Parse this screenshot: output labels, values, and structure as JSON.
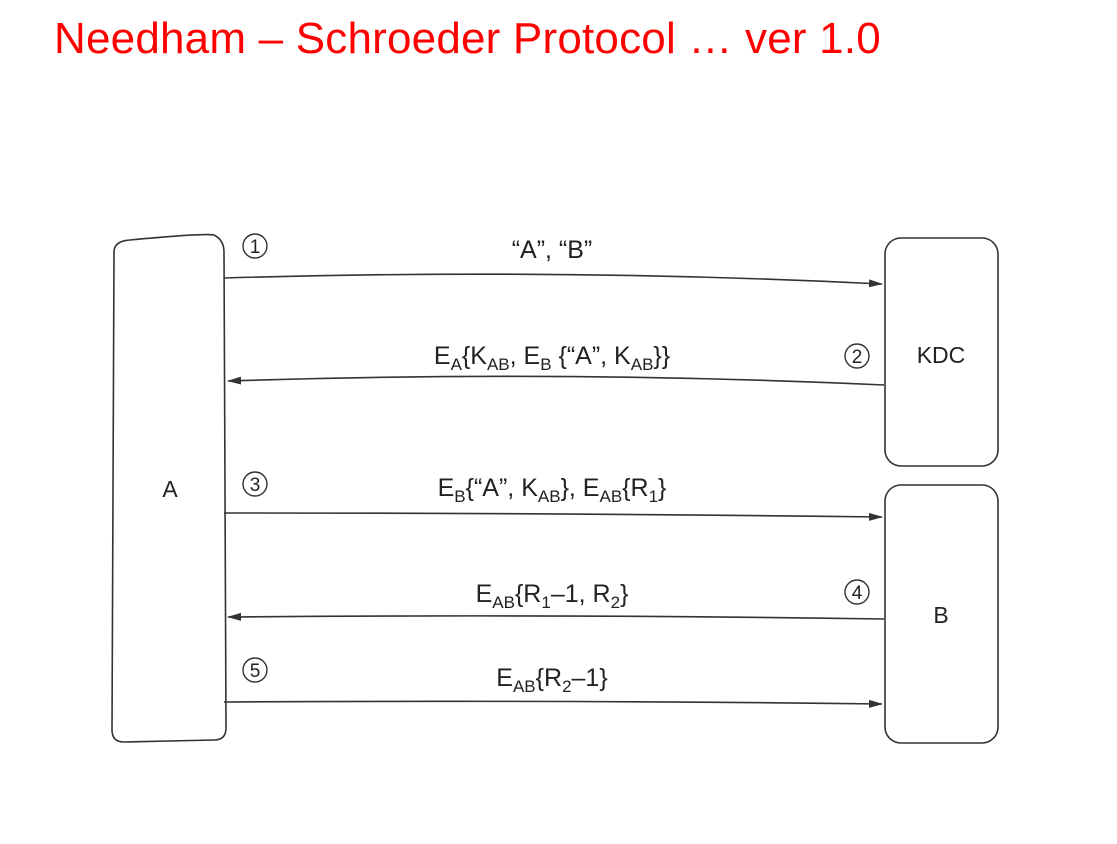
{
  "title": "Needham – Schroeder Protocol … ver 1.0",
  "entities": {
    "a": "A",
    "kdc": "KDC",
    "b": "B"
  },
  "steps": [
    {
      "number": "1",
      "direction": "A to KDC",
      "parts": [
        {
          "t": "“A”, “B”"
        }
      ]
    },
    {
      "number": "2",
      "direction": "KDC to A",
      "parts": [
        {
          "t": "E"
        },
        {
          "t": "A",
          "sub": true
        },
        {
          "t": "{K"
        },
        {
          "t": "AB",
          "sub": true
        },
        {
          "t": ", E"
        },
        {
          "t": "B",
          "sub": true
        },
        {
          "t": " {“A”, K"
        },
        {
          "t": "AB",
          "sub": true
        },
        {
          "t": "}}"
        }
      ]
    },
    {
      "number": "3",
      "direction": "A to B",
      "parts": [
        {
          "t": "E"
        },
        {
          "t": "B",
          "sub": true
        },
        {
          "t": "{“A”, K"
        },
        {
          "t": "AB",
          "sub": true
        },
        {
          "t": "}, E"
        },
        {
          "t": "AB",
          "sub": true
        },
        {
          "t": "{R"
        },
        {
          "t": "1",
          "sub": true
        },
        {
          "t": "}"
        }
      ]
    },
    {
      "number": "4",
      "direction": "B to A",
      "parts": [
        {
          "t": "E"
        },
        {
          "t": "AB",
          "sub": true
        },
        {
          "t": "{R"
        },
        {
          "t": "1",
          "sub": true
        },
        {
          "t": "–1, R"
        },
        {
          "t": "2",
          "sub": true
        },
        {
          "t": "}"
        }
      ]
    },
    {
      "number": "5",
      "direction": "A to B",
      "parts": [
        {
          "t": "E"
        },
        {
          "t": "AB",
          "sub": true
        },
        {
          "t": "{R"
        },
        {
          "t": "2",
          "sub": true
        },
        {
          "t": "–1}"
        }
      ]
    }
  ]
}
